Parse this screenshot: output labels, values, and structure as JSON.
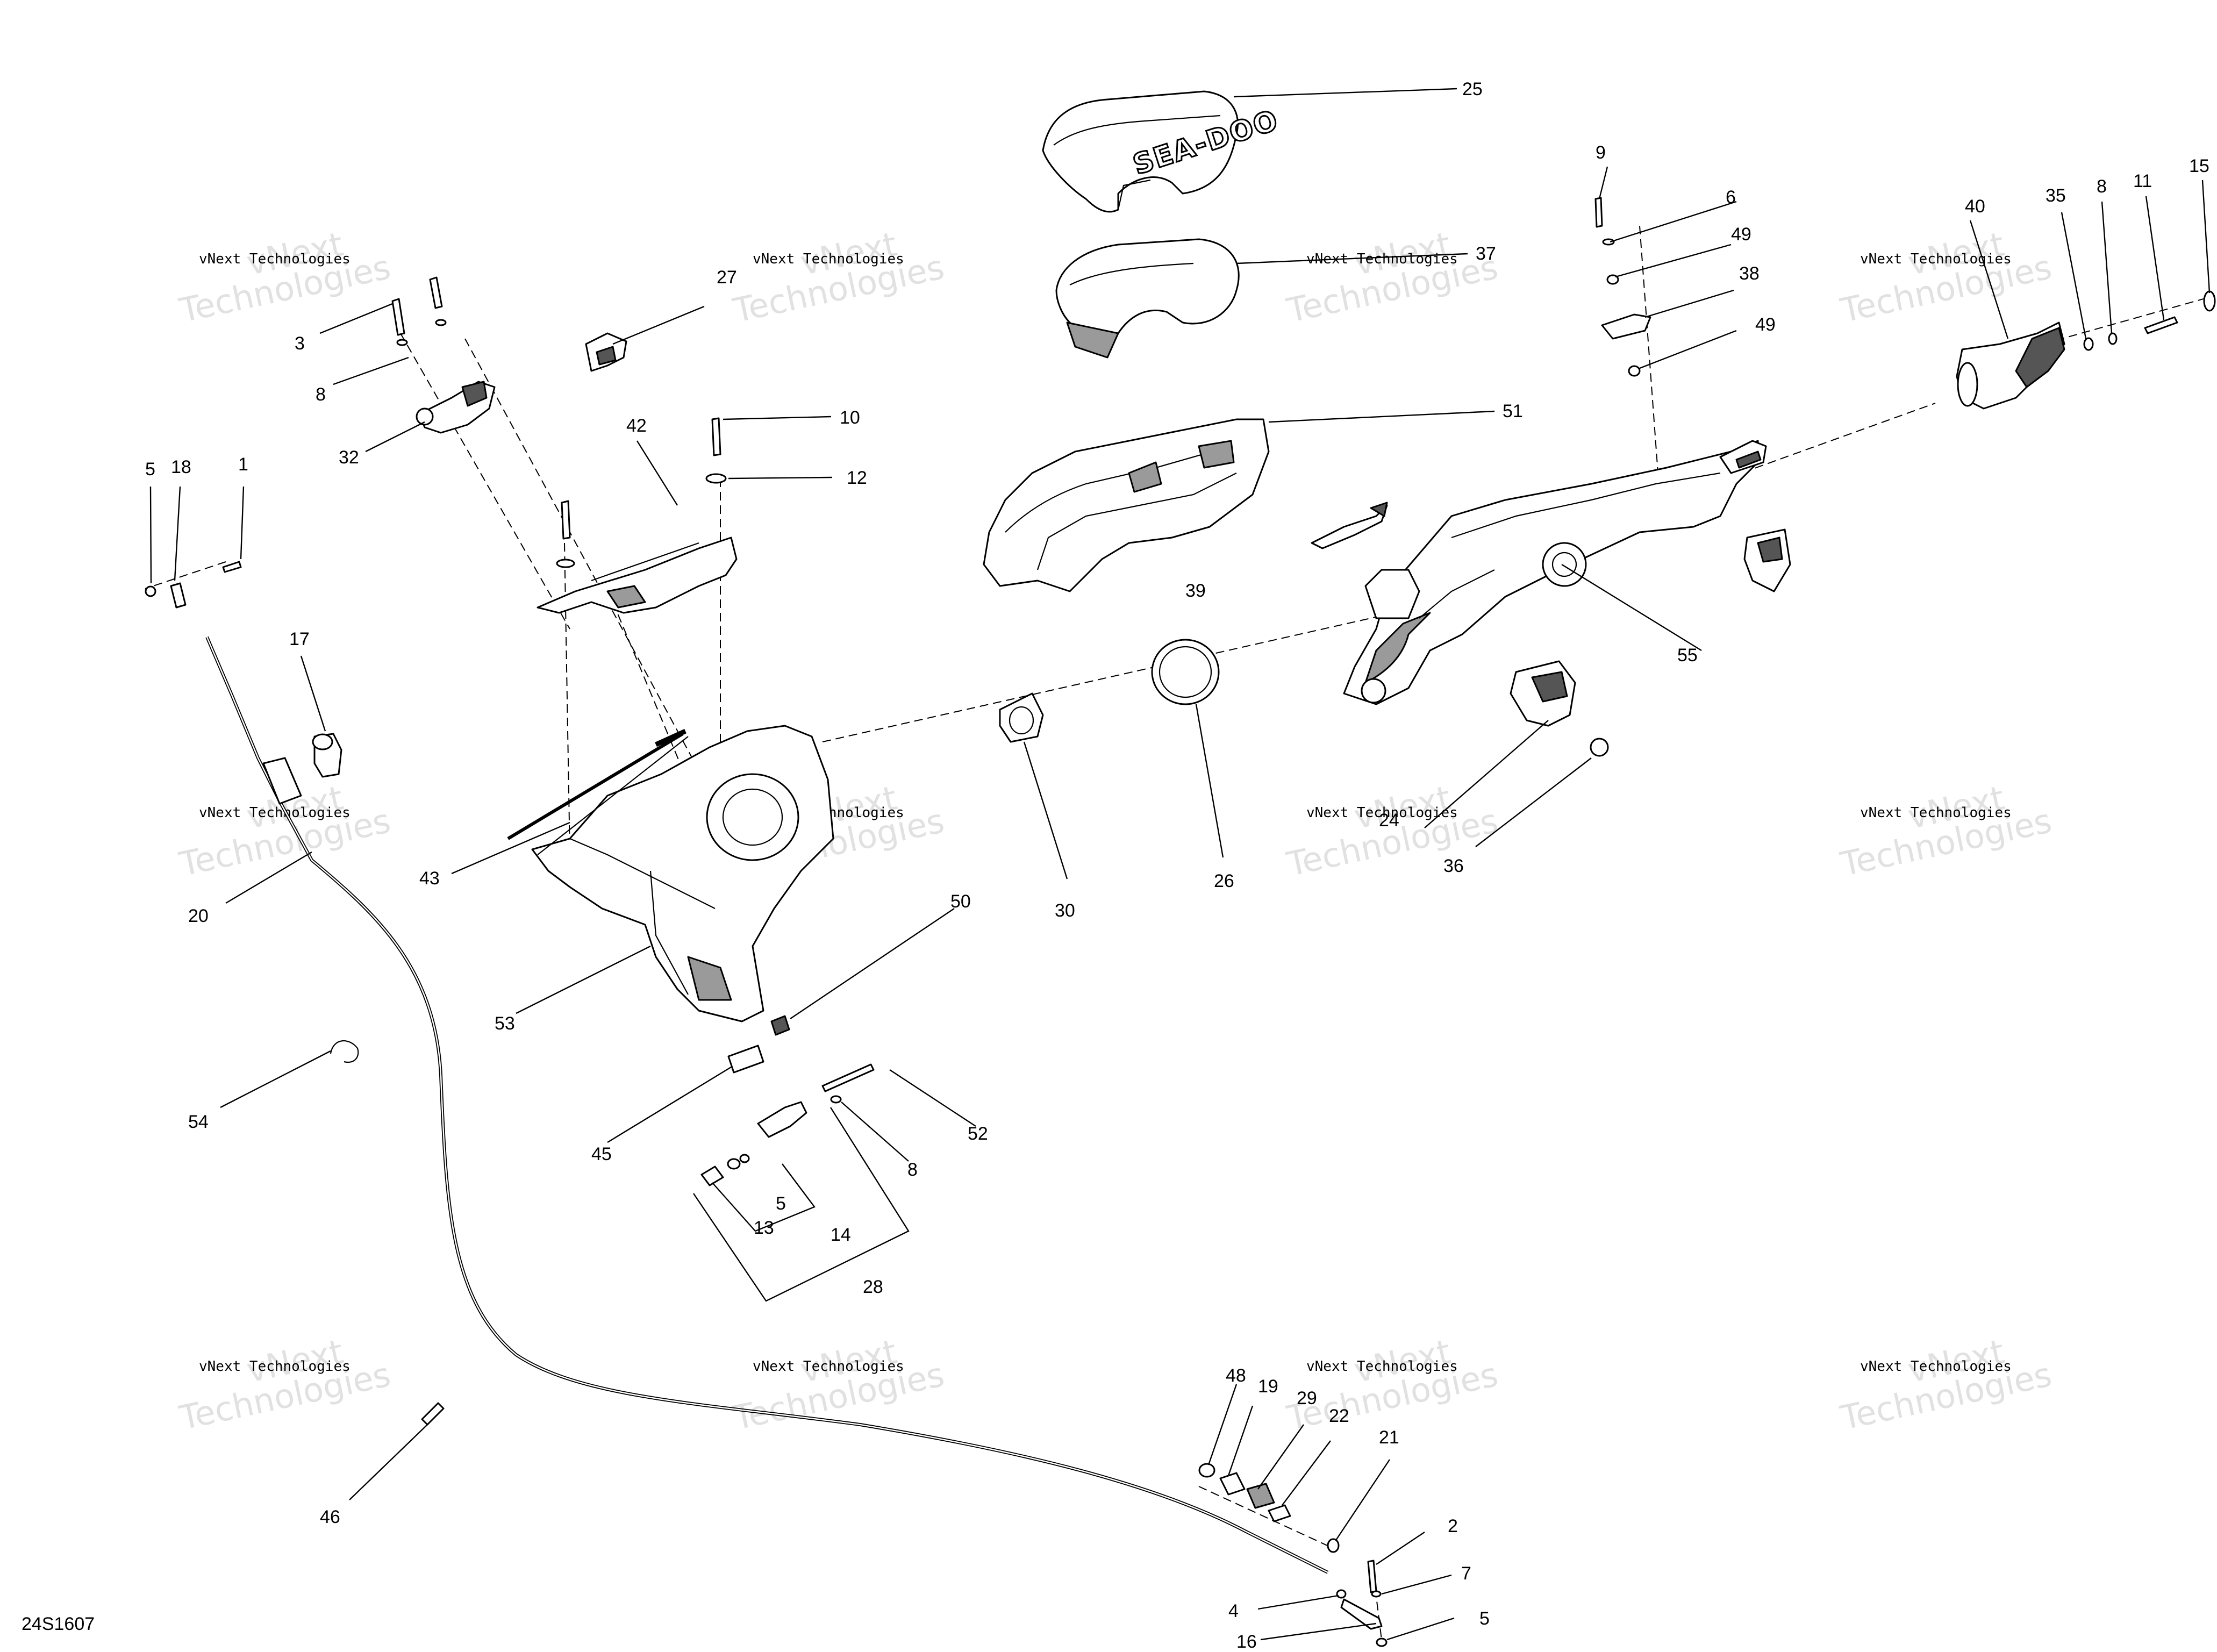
{
  "diagram_ref": "24S1607",
  "watermark": {
    "line1": "vNext Technologies",
    "line2": "vNext",
    "line3": "Technologies"
  },
  "callouts": {
    "c1": "1",
    "c2": "2",
    "c3": "3",
    "c4": "4",
    "c5a": "5",
    "c5b": "5",
    "c5c": "5",
    "c6": "6",
    "c7": "7",
    "c8a": "8",
    "c8b": "8",
    "c8c": "8",
    "c9": "9",
    "c10": "10",
    "c11": "11",
    "c12": "12",
    "c13": "13",
    "c14": "14",
    "c15": "15",
    "c16": "16",
    "c17": "17",
    "c18": "18",
    "c19": "19",
    "c20": "20",
    "c21": "21",
    "c22": "22",
    "c24": "24",
    "c25": "25",
    "c26": "26",
    "c27": "27",
    "c28": "28",
    "c29": "29",
    "c30": "30",
    "c32": "32",
    "c35": "35",
    "c36": "36",
    "c37": "37",
    "c38": "38",
    "c39": "39",
    "c40": "40",
    "c42": "42",
    "c43": "43",
    "c45": "45",
    "c46": "46",
    "c48": "48",
    "c49a": "49",
    "c49b": "49",
    "c50": "50",
    "c51": "51",
    "c52": "52",
    "c53": "53",
    "c54": "54",
    "c55": "55"
  },
  "brand_logo_text": "SEA-DOO"
}
